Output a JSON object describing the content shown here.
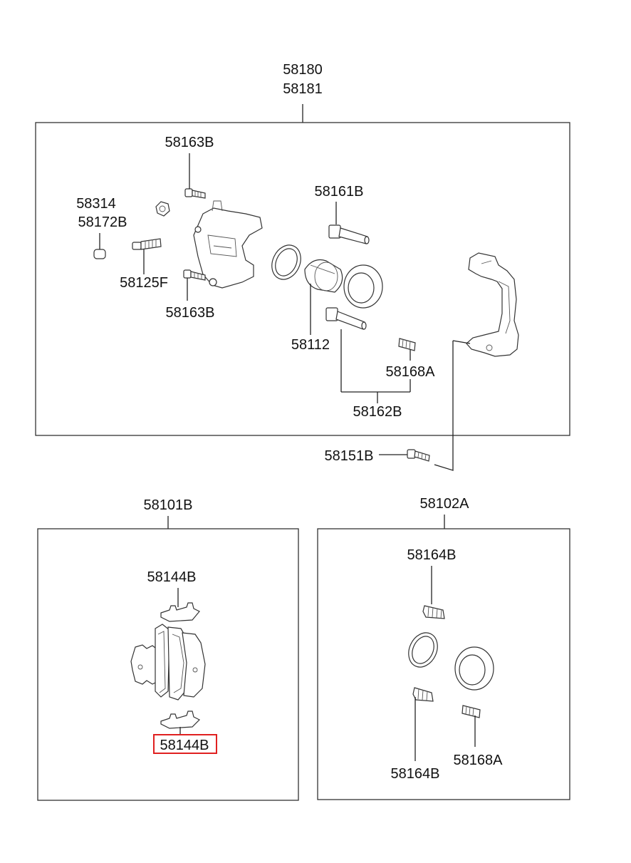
{
  "assembly": {
    "label_line1": "58180",
    "label_line2": "58181"
  },
  "caliper_labels": {
    "bolt_top": "58163B",
    "cap_upper": "58314",
    "cap_lower": "58172B",
    "bleeder": "58125F",
    "bolt_bottom": "58163B",
    "guide_pin_upper": "58161B",
    "piston": "58112",
    "boot_small": "58168A",
    "guide_pin_lower": "58162B",
    "carrier_bolt": "58151B"
  },
  "pad_kit": {
    "label": "58101B",
    "clip_top": "58144B",
    "clip_bottom": "58144B",
    "highlight_color": "#e02020"
  },
  "seal_kit": {
    "label": "58102A",
    "boot_top": "58164B",
    "boot_bottom": "58164B",
    "boot_small": "58168A"
  }
}
